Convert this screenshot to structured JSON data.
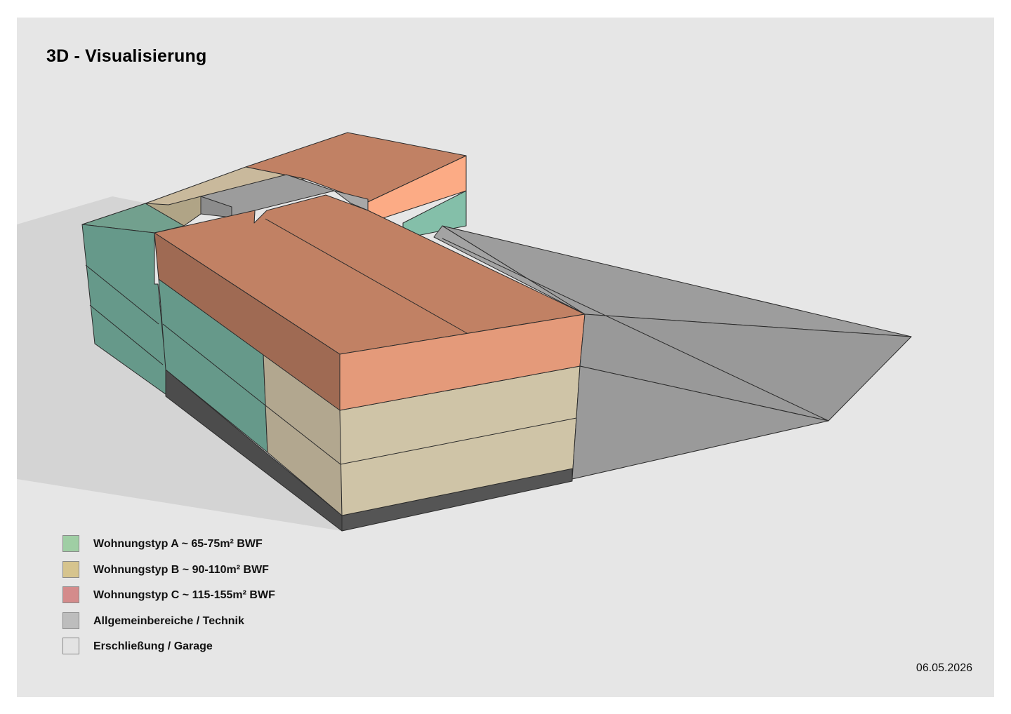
{
  "title": "3D - Visualisierung",
  "date": "06.05.2026",
  "colors": {
    "background": "#e6e6e6",
    "typ_a": "#9fcea4",
    "typ_b": "#d6c48e",
    "typ_c": "#d48b8b",
    "allgemein": "#bdbdbd",
    "erschliessung": "#e3e3e3"
  },
  "legend": [
    {
      "label": "Wohnungstyp A ~ 65-75m² BWF",
      "color": "#9fcea4"
    },
    {
      "label": "Wohnungstyp B ~ 90-110m² BWF",
      "color": "#d6c48e"
    },
    {
      "label": "Wohnungstyp C ~ 115-155m² BWF",
      "color": "#d48b8b"
    },
    {
      "label": "Allgemeinbereiche / Technik",
      "color": "#bdbdbd"
    },
    {
      "label": "Erschließung / Garage",
      "color": "#e3e3e3"
    }
  ]
}
